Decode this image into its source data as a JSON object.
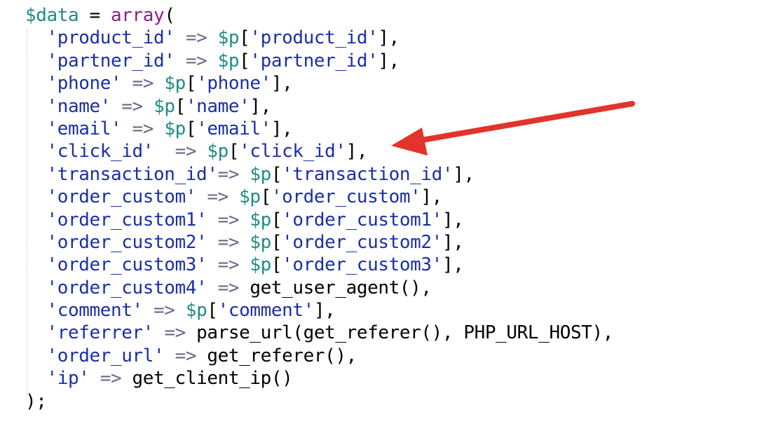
{
  "code": {
    "lines": [
      [
        {
          "t": "$data",
          "c": "var"
        },
        {
          "t": " = ",
          "c": "plain"
        },
        {
          "t": "array",
          "c": "kw"
        },
        {
          "t": "(",
          "c": "plain"
        }
      ],
      [
        {
          "t": "  ",
          "c": "plain"
        },
        {
          "t": "'product_id'",
          "c": "str"
        },
        {
          "t": " => ",
          "c": "op"
        },
        {
          "t": "$p",
          "c": "var"
        },
        {
          "t": "[",
          "c": "plain"
        },
        {
          "t": "'product_id'",
          "c": "str"
        },
        {
          "t": "],",
          "c": "plain"
        }
      ],
      [
        {
          "t": "  ",
          "c": "plain"
        },
        {
          "t": "'partner_id'",
          "c": "str"
        },
        {
          "t": " => ",
          "c": "op"
        },
        {
          "t": "$p",
          "c": "var"
        },
        {
          "t": "[",
          "c": "plain"
        },
        {
          "t": "'partner_id'",
          "c": "str"
        },
        {
          "t": "],",
          "c": "plain"
        }
      ],
      [
        {
          "t": "  ",
          "c": "plain"
        },
        {
          "t": "'phone'",
          "c": "str"
        },
        {
          "t": " => ",
          "c": "op"
        },
        {
          "t": "$p",
          "c": "var"
        },
        {
          "t": "[",
          "c": "plain"
        },
        {
          "t": "'phone'",
          "c": "str"
        },
        {
          "t": "],",
          "c": "plain"
        }
      ],
      [
        {
          "t": "  ",
          "c": "plain"
        },
        {
          "t": "'name'",
          "c": "str"
        },
        {
          "t": " => ",
          "c": "op"
        },
        {
          "t": "$p",
          "c": "var"
        },
        {
          "t": "[",
          "c": "plain"
        },
        {
          "t": "'name'",
          "c": "str"
        },
        {
          "t": "],",
          "c": "plain"
        }
      ],
      [
        {
          "t": "  ",
          "c": "plain"
        },
        {
          "t": "'email'",
          "c": "str"
        },
        {
          "t": " => ",
          "c": "op"
        },
        {
          "t": "$p",
          "c": "var"
        },
        {
          "t": "[",
          "c": "plain"
        },
        {
          "t": "'email'",
          "c": "str"
        },
        {
          "t": "],",
          "c": "plain"
        }
      ],
      [
        {
          "t": "  ",
          "c": "plain"
        },
        {
          "t": "'click_id'",
          "c": "str"
        },
        {
          "t": "  => ",
          "c": "op"
        },
        {
          "t": "$p",
          "c": "var"
        },
        {
          "t": "[",
          "c": "plain"
        },
        {
          "t": "'click_id'",
          "c": "str"
        },
        {
          "t": "],",
          "c": "plain"
        }
      ],
      [
        {
          "t": "  ",
          "c": "plain"
        },
        {
          "t": "'transaction_id'",
          "c": "str"
        },
        {
          "t": "=> ",
          "c": "op"
        },
        {
          "t": "$p",
          "c": "var"
        },
        {
          "t": "[",
          "c": "plain"
        },
        {
          "t": "'transaction_id'",
          "c": "str"
        },
        {
          "t": "],",
          "c": "plain"
        }
      ],
      [
        {
          "t": "  ",
          "c": "plain"
        },
        {
          "t": "'order_custom'",
          "c": "str"
        },
        {
          "t": " => ",
          "c": "op"
        },
        {
          "t": "$p",
          "c": "var"
        },
        {
          "t": "[",
          "c": "plain"
        },
        {
          "t": "'order_custom'",
          "c": "str"
        },
        {
          "t": "],",
          "c": "plain"
        }
      ],
      [
        {
          "t": "  ",
          "c": "plain"
        },
        {
          "t": "'order_custom1'",
          "c": "str"
        },
        {
          "t": " => ",
          "c": "op"
        },
        {
          "t": "$p",
          "c": "var"
        },
        {
          "t": "[",
          "c": "plain"
        },
        {
          "t": "'order_custom1'",
          "c": "str"
        },
        {
          "t": "],",
          "c": "plain"
        }
      ],
      [
        {
          "t": "  ",
          "c": "plain"
        },
        {
          "t": "'order_custom2'",
          "c": "str"
        },
        {
          "t": " => ",
          "c": "op"
        },
        {
          "t": "$p",
          "c": "var"
        },
        {
          "t": "[",
          "c": "plain"
        },
        {
          "t": "'order_custom2'",
          "c": "str"
        },
        {
          "t": "],",
          "c": "plain"
        }
      ],
      [
        {
          "t": "  ",
          "c": "plain"
        },
        {
          "t": "'order_custom3'",
          "c": "str"
        },
        {
          "t": " => ",
          "c": "op"
        },
        {
          "t": "$p",
          "c": "var"
        },
        {
          "t": "[",
          "c": "plain"
        },
        {
          "t": "'order_custom3'",
          "c": "str"
        },
        {
          "t": "],",
          "c": "plain"
        }
      ],
      [
        {
          "t": "  ",
          "c": "plain"
        },
        {
          "t": "'order_custom4'",
          "c": "str"
        },
        {
          "t": " => ",
          "c": "op"
        },
        {
          "t": "get_user_agent(),",
          "c": "plain"
        }
      ],
      [
        {
          "t": "  ",
          "c": "plain"
        },
        {
          "t": "'comment'",
          "c": "str"
        },
        {
          "t": " => ",
          "c": "op"
        },
        {
          "t": "$p",
          "c": "var"
        },
        {
          "t": "[",
          "c": "plain"
        },
        {
          "t": "'comment'",
          "c": "str"
        },
        {
          "t": "],",
          "c": "plain"
        }
      ],
      [
        {
          "t": "  ",
          "c": "plain"
        },
        {
          "t": "'referrer'",
          "c": "str"
        },
        {
          "t": " => ",
          "c": "op"
        },
        {
          "t": "parse_url(get_referer(), PHP_URL_HOST),",
          "c": "plain"
        }
      ],
      [
        {
          "t": "  ",
          "c": "plain"
        },
        {
          "t": "'order_url'",
          "c": "str"
        },
        {
          "t": " => ",
          "c": "op"
        },
        {
          "t": "get_referer(),",
          "c": "plain"
        }
      ],
      [
        {
          "t": "  ",
          "c": "plain"
        },
        {
          "t": "'ip'",
          "c": "str"
        },
        {
          "t": " => ",
          "c": "op"
        },
        {
          "t": "get_client_ip()",
          "c": "plain"
        }
      ],
      [
        {
          "t": ");",
          "c": "plain"
        }
      ]
    ]
  },
  "annotation": {
    "arrow_color": "#e2332c"
  },
  "colors": {
    "variable": "#1f8c83",
    "keyword": "#8b1f8b",
    "string": "#1a2fa8",
    "operator": "#6a6a8a",
    "plain": "#000000",
    "background": "#ffffff"
  }
}
